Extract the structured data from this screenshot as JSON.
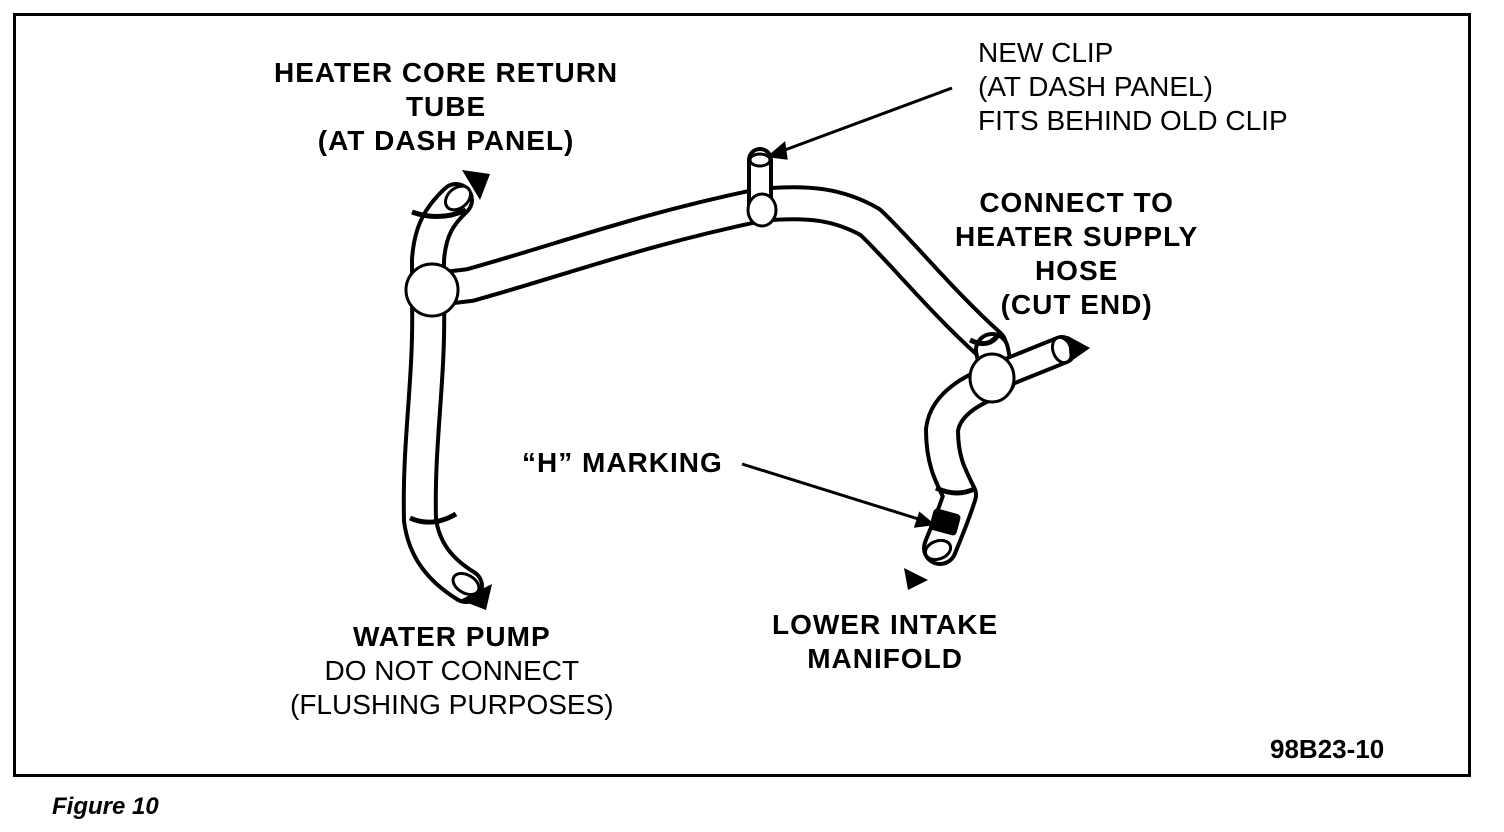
{
  "labels": {
    "heater_core_return": [
      "HEATER CORE RETURN",
      "TUBE",
      "(AT DASH PANEL)"
    ],
    "new_clip": [
      "NEW CLIP",
      "(AT DASH PANEL)",
      "FITS BEHIND OLD CLIP"
    ],
    "connect_supply": [
      "CONNECT TO",
      "HEATER SUPPLY",
      "HOSE",
      "(CUT END)"
    ],
    "h_marking": "“H” MARKING",
    "water_pump_title": "WATER PUMP",
    "water_pump_notes": [
      "DO NOT CONNECT",
      "(FLUSHING PURPOSES)"
    ],
    "lower_intake": [
      "LOWER INTAKE",
      "MANIFOLD"
    ]
  },
  "figure_code": "98B23-10",
  "caption": "Figure 10",
  "colors": {
    "ink": "#000000",
    "paper": "#ffffff"
  }
}
